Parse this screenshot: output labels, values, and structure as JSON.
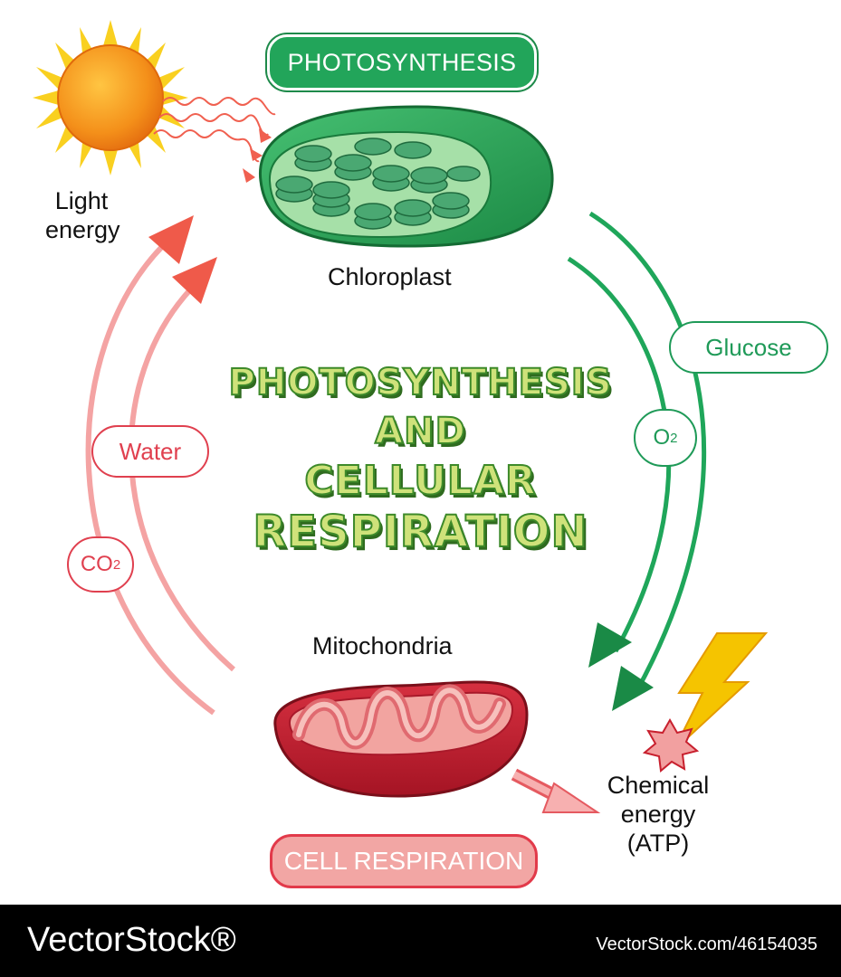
{
  "labels": {
    "photosynthesis_pill": "PHOTOSYNTHESIS",
    "light_energy_line1": "Light",
    "light_energy_line2": "energy",
    "chloroplast": "Chloroplast",
    "glucose": "Glucose",
    "o2_base": "O",
    "o2_sub": "2",
    "water": "Water",
    "co2_base": "CO",
    "co2_sub": "2",
    "mitochondria": "Mitochondria",
    "chemical_line1": "Chemical",
    "chemical_line2": "energy",
    "chemical_line3": "(ATP)",
    "cell_respiration_pill": "CELL RESPIRATION"
  },
  "title": {
    "line1": "PHOTOSYNTHESIS",
    "line2": "AND",
    "line3": "CELLULAR",
    "line4": "RESPIRATION"
  },
  "watermark": {
    "logo": "VectorStock®",
    "id": "VectorStock.com/46154035"
  },
  "colors": {
    "green_accent": "#1f9a58",
    "red_accent": "#e0404f",
    "pink_arrow": "#f4a3a3",
    "sun": "#f7a21b",
    "chloroplast": "#2eaa5c",
    "mitochondria": "#c8202e",
    "bolt": "#f5c400"
  },
  "icons": [
    "sun-icon",
    "chloroplast-icon",
    "mitochondria-icon",
    "lightning-icon",
    "energy-burst-icon"
  ]
}
